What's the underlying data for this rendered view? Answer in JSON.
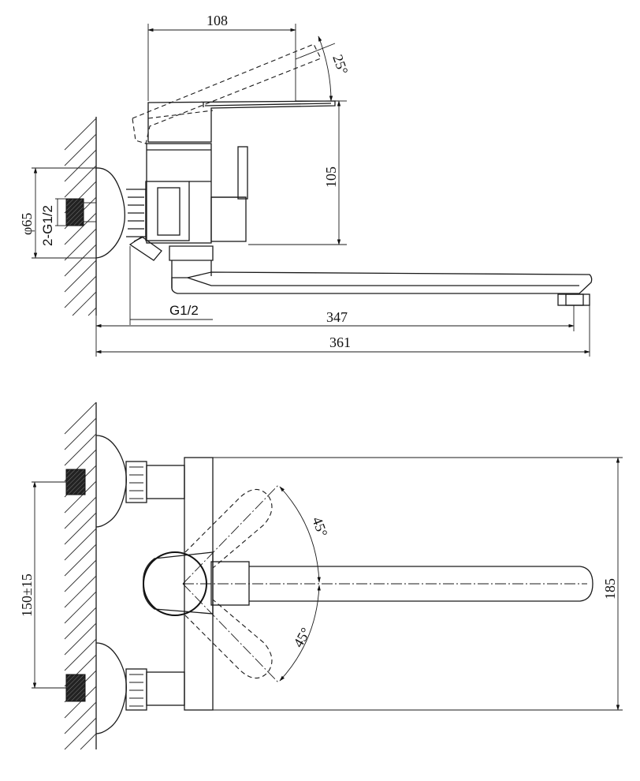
{
  "side_view": {
    "dim_top_width": "108",
    "dim_handle_angle": "25°",
    "dim_height": "105",
    "dim_flange_diameter": "φ65",
    "dim_connection_thread": "2-G1/2",
    "dim_outlet_thread": "G1/2",
    "dim_spout_reach": "347",
    "dim_overall_length": "361"
  },
  "top_view": {
    "dim_rotation_upper": "45°",
    "dim_rotation_lower": "45°",
    "dim_center_distance": "150±15",
    "dim_body_depth": "185"
  }
}
